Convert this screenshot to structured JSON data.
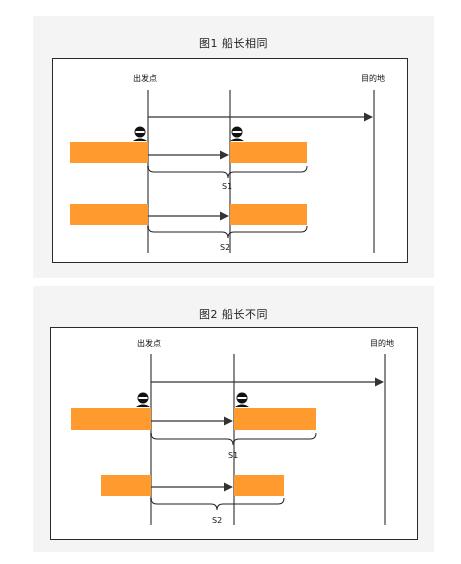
{
  "figure1": {
    "title": "图1 船长相同",
    "start_label": "出发点",
    "end_label": "目的地",
    "distance1": "S1",
    "distance2": "S2"
  },
  "figure2": {
    "title": "图2 船长不同",
    "start_label": "出发点",
    "end_label": "目的地",
    "distance1": "S1",
    "distance2": "S2"
  },
  "colors": {
    "boat": "#ff9a2e",
    "line": "#8a8a8a",
    "arrow": "#333333",
    "panel_bg": "#f4f4f4"
  }
}
